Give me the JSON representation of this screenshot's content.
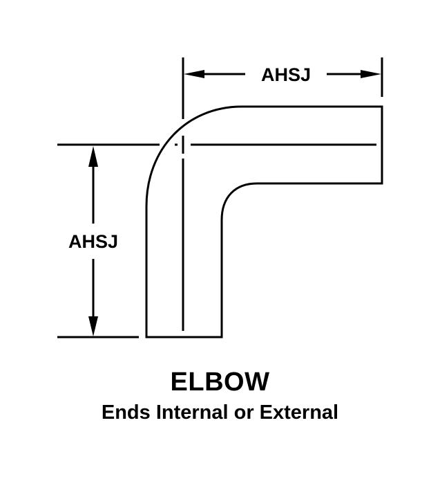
{
  "diagram": {
    "type": "technical-drawing",
    "part": "elbow",
    "dimensions": {
      "horizontal_label": "AHSJ",
      "vertical_label": "AHSJ"
    },
    "title": "ELBOW",
    "subtitle": "Ends Internal or External",
    "colors": {
      "line": "#000000",
      "background": "#ffffff"
    }
  }
}
